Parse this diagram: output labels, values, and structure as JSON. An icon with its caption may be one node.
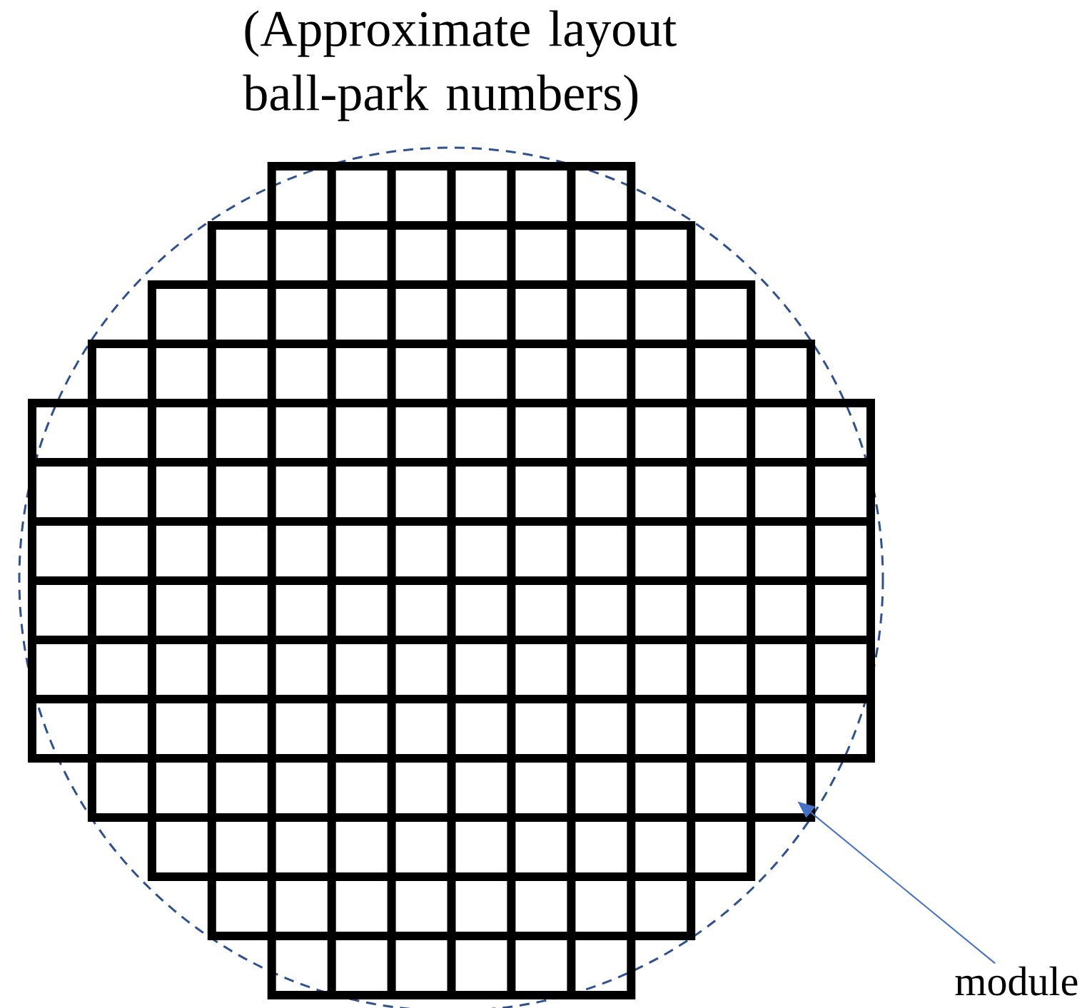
{
  "diagram": {
    "title": "(Approximate layout ball-park numbers)",
    "nodes": [
      {
        "text": [
          "module"
        ]
      },
      {
        "text": [],
        "shape": "box"
      }
    ],
    "edges": [
      {
        "from": 0,
        "to": 1,
        "arrow": "to"
      }
    ]
  }
}
